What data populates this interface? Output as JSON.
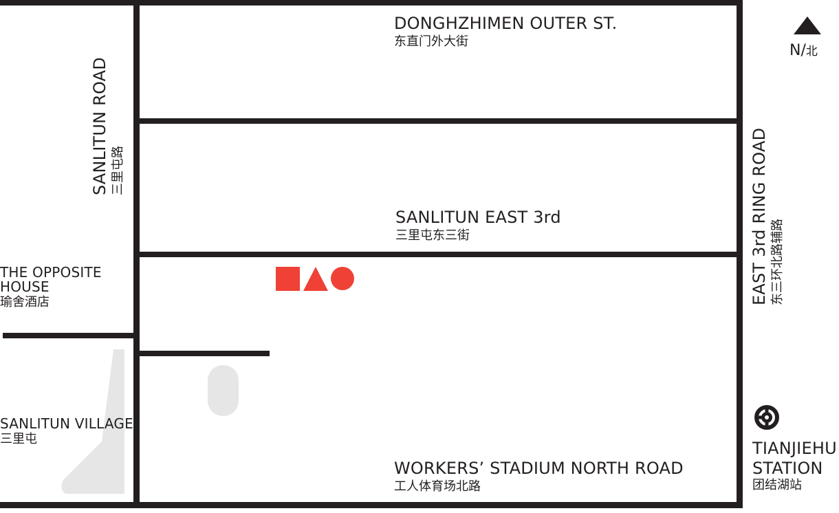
{
  "compass": {
    "letter": "N/",
    "zh": "北"
  },
  "roads": {
    "dongzhimen": {
      "en": "DONGHZHIMEN OUTER ST.",
      "zh": "东直门外大街"
    },
    "sanlitun_east": {
      "en": "SANLITUN EAST 3rd",
      "zh": "三里屯东三街"
    },
    "workers_stadium": {
      "en": "WORKERS’ STADIUM NORTH ROAD",
      "zh": "工人体育场北路"
    },
    "sanlitun_road": {
      "en": "SANLITUN ROAD",
      "zh": "三里屯路"
    },
    "east_ring": {
      "en": "EAST 3rd RING ROAD",
      "zh": "东三环北路辅路"
    }
  },
  "places": {
    "opposite_house": {
      "en_line1": "THE OPPOSITE",
      "en_line2": "HOUSE",
      "zh": "瑜舍酒店"
    },
    "sanlitun_village": {
      "en": "SANLITUN VILLAGE",
      "zh": "三里屯"
    },
    "tianjiehu": {
      "en_line1": "TIANJIEHU",
      "en_line2": "STATION",
      "zh": "团结湖站"
    }
  },
  "colors": {
    "road": "#231f20",
    "brand": "#ef4136",
    "landmark_fill": "#e6e6e6"
  },
  "icons": {
    "north": "triangle-up",
    "metro": "beijing-subway-logo",
    "brand": "square-triangle-circle-logo"
  }
}
